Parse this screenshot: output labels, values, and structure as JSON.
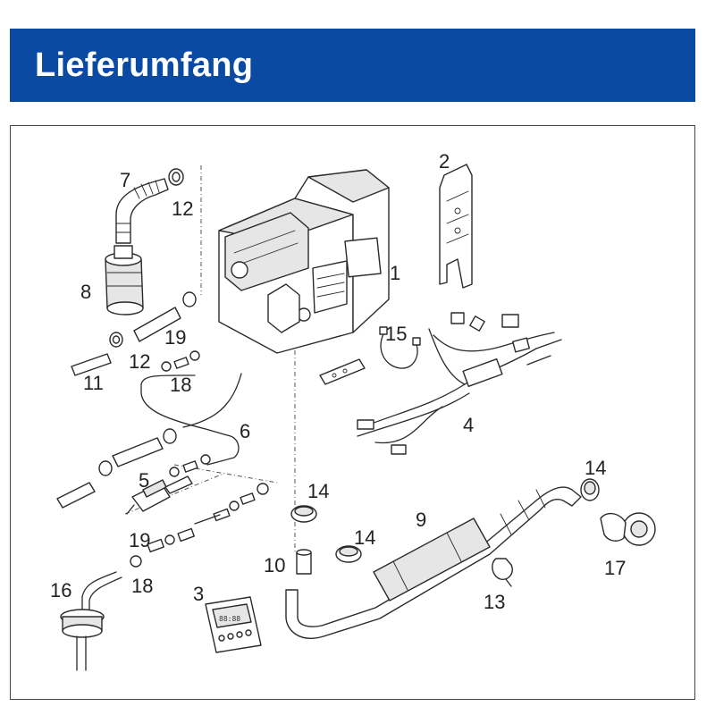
{
  "header": {
    "title": "Lieferumfang"
  },
  "callouts": [
    "1",
    "2",
    "3",
    "4",
    "5",
    "6",
    "7",
    "8",
    "9",
    "10",
    "11",
    "12",
    "12",
    "13",
    "14",
    "14",
    "14",
    "15",
    "16",
    "17",
    "18",
    "18",
    "19",
    "19"
  ],
  "colors": {
    "header_bg": "#0b4aa2",
    "header_text": "#ffffff",
    "line": "#2a2a2a"
  }
}
